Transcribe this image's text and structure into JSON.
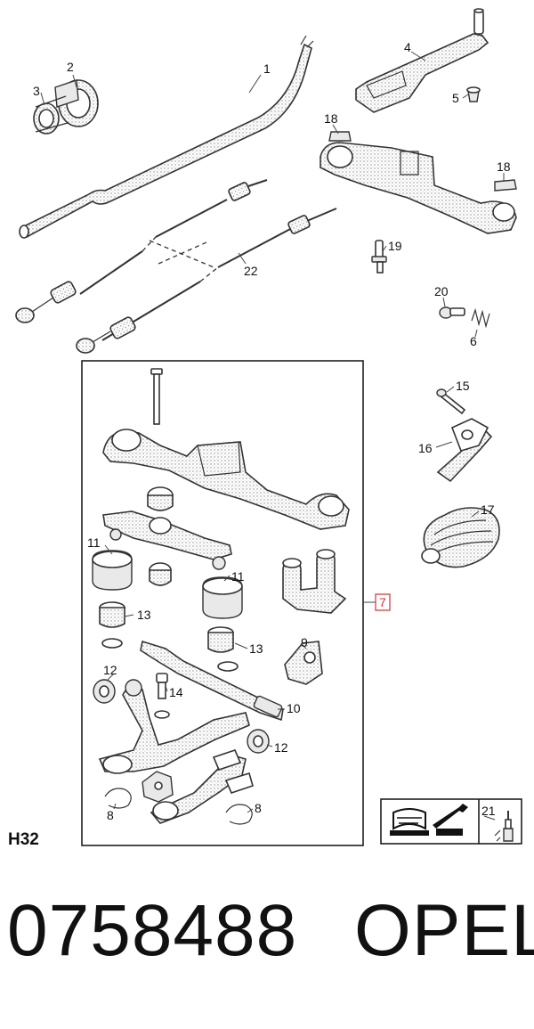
{
  "section_code": "H32",
  "part_number": "0758488",
  "brand": "OPEL",
  "callouts": [
    {
      "id": "c1",
      "label": "1"
    },
    {
      "id": "c2",
      "label": "2"
    },
    {
      "id": "c3",
      "label": "3"
    },
    {
      "id": "c4",
      "label": "4"
    },
    {
      "id": "c5",
      "label": "5"
    },
    {
      "id": "c18a",
      "label": "18"
    },
    {
      "id": "c18b",
      "label": "18"
    },
    {
      "id": "c19",
      "label": "19"
    },
    {
      "id": "c22",
      "label": "22"
    },
    {
      "id": "c20",
      "label": "20"
    },
    {
      "id": "c6",
      "label": "6"
    },
    {
      "id": "c15",
      "label": "15"
    },
    {
      "id": "c16",
      "label": "16"
    },
    {
      "id": "c17",
      "label": "17"
    },
    {
      "id": "c7",
      "label": "7"
    },
    {
      "id": "c11a",
      "label": "11"
    },
    {
      "id": "c11b",
      "label": "11"
    },
    {
      "id": "c13a",
      "label": "13"
    },
    {
      "id": "c13b",
      "label": "13"
    },
    {
      "id": "c9",
      "label": "9"
    },
    {
      "id": "c12a",
      "label": "12"
    },
    {
      "id": "c14",
      "label": "14"
    },
    {
      "id": "c10",
      "label": "10"
    },
    {
      "id": "c12b",
      "label": "12"
    },
    {
      "id": "c8a",
      "label": "8"
    },
    {
      "id": "c8b",
      "label": "8"
    },
    {
      "id": "c21",
      "label": "21"
    }
  ]
}
